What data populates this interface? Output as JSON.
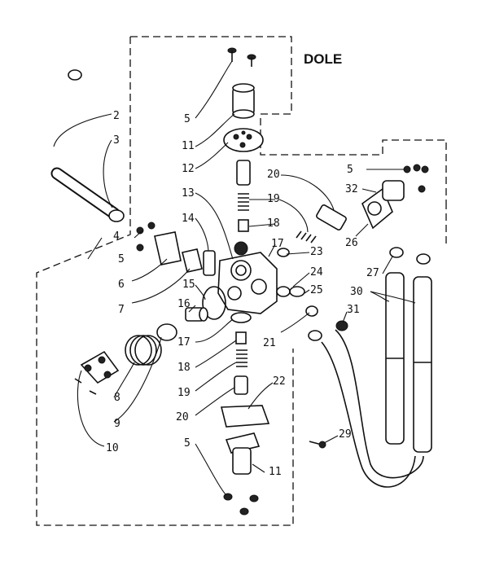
{
  "title": "DOLE",
  "callouts": {
    "c1": "2",
    "c2": "3",
    "c3": "4",
    "c4": "5",
    "c5": "6",
    "c6": "7",
    "c7": "8",
    "c8": "9",
    "c9": "10",
    "c10": "5",
    "c11": "11",
    "c12": "12",
    "c13": "13",
    "c14": "14",
    "c15": "15",
    "c16": "16",
    "c17": "17",
    "c18": "18",
    "c19": "19",
    "c20": "20",
    "c21": "5",
    "c22": "11",
    "c23": "20",
    "c24": "19",
    "c25": "18",
    "c26": "17",
    "c27": "23",
    "c28": "24",
    "c29": "25",
    "c30": "21",
    "c31": "22",
    "c32": "29",
    "c33": "5",
    "c34": "32",
    "c35": "26",
    "c36": "27",
    "c37": "30",
    "c38": "31"
  }
}
